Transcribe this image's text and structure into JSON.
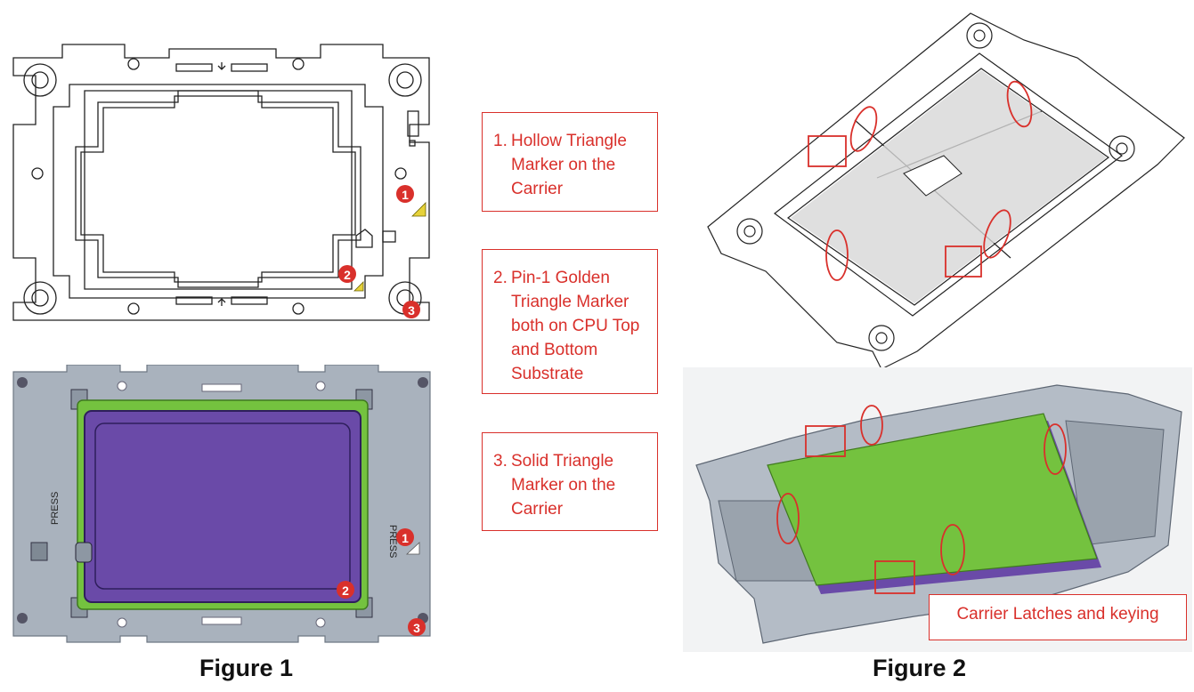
{
  "figures": {
    "figure1_caption": "Figure 1",
    "figure2_caption": "Figure 2"
  },
  "markers": {
    "m1": "1",
    "m2": "2",
    "m3": "3",
    "press": "PRESS"
  },
  "callouts": [
    {
      "number": "1.",
      "text": "Hollow Triangle Marker on the Carrier"
    },
    {
      "number": "2.",
      "text": "Pin-1 Golden Triangle Marker both on CPU Top and Bottom Substrate"
    },
    {
      "number": "3.",
      "text": "Solid Triangle Marker on the Carrier"
    }
  ],
  "latch_label": "Carrier Latches and keying",
  "colors": {
    "marker_red": "#d9302b",
    "cpu_purple": "#6a4aa8",
    "substrate_green": "#74c23f",
    "carrier_gray": "#a9b2bd",
    "gold_triangle": "#e6d23a"
  }
}
